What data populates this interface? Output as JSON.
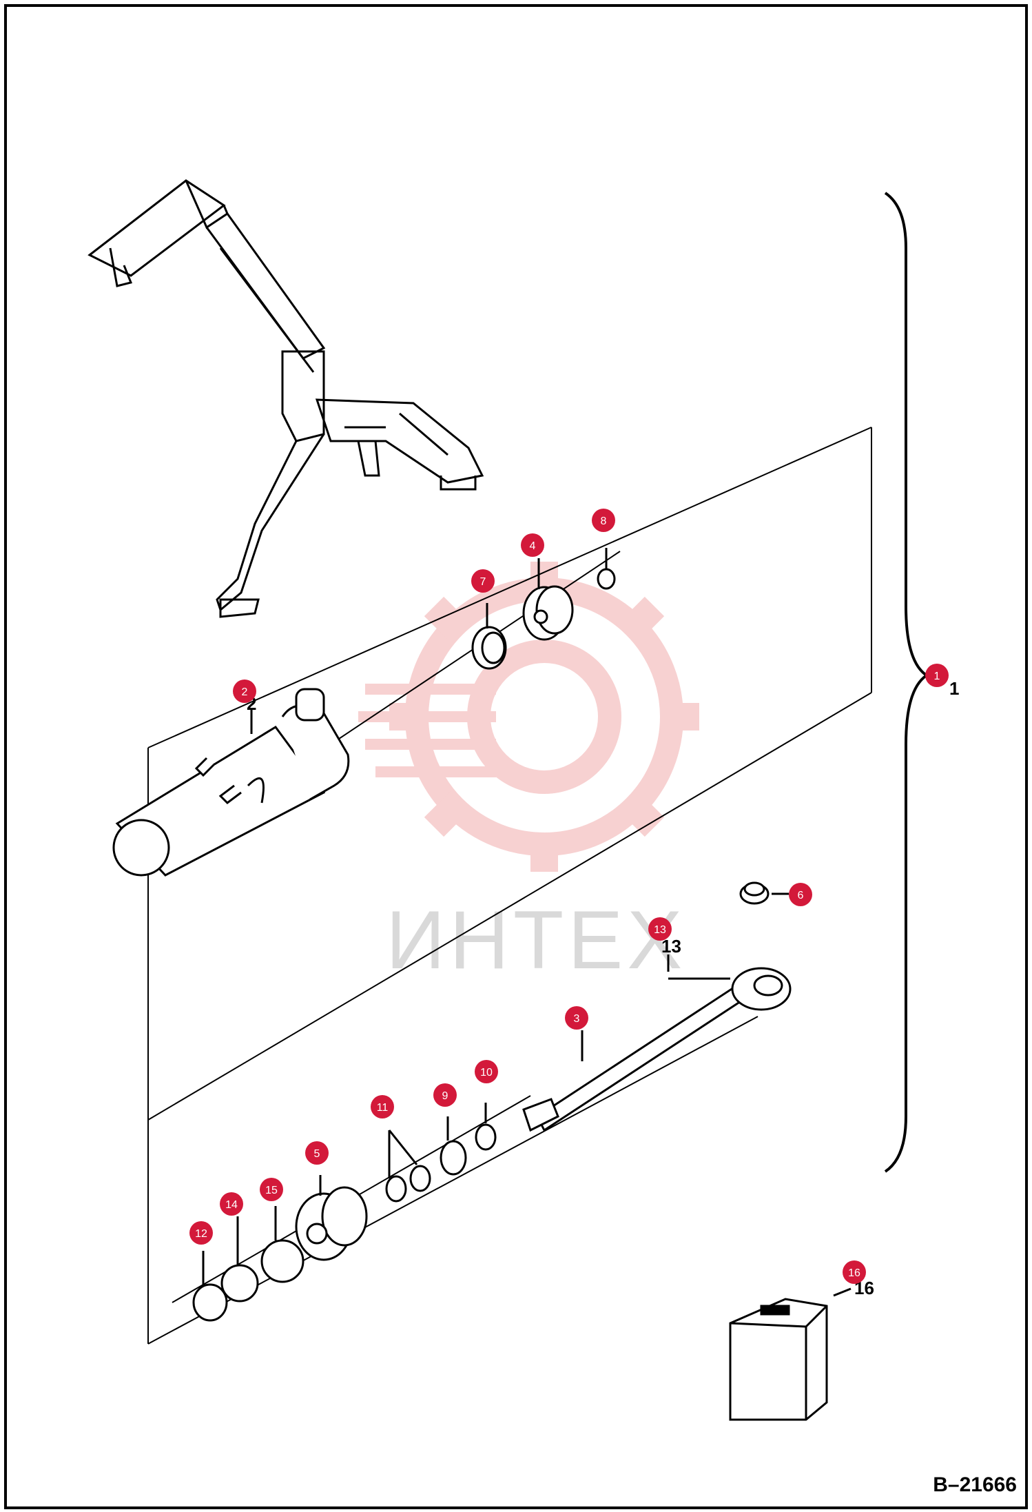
{
  "diagram": {
    "drawing_code": "B–21666",
    "watermark_text": "ИНТЕХ",
    "callout_color": "#d3193a",
    "callouts": [
      {
        "id": "callout-1",
        "label": "1"
      },
      {
        "id": "callout-2",
        "label": "2"
      },
      {
        "id": "callout-3",
        "label": "3"
      },
      {
        "id": "callout-4",
        "label": "4"
      },
      {
        "id": "callout-5",
        "label": "5"
      },
      {
        "id": "callout-6",
        "label": "6"
      },
      {
        "id": "callout-7",
        "label": "7"
      },
      {
        "id": "callout-8",
        "label": "8"
      },
      {
        "id": "callout-9",
        "label": "9"
      },
      {
        "id": "callout-10",
        "label": "10"
      },
      {
        "id": "callout-11",
        "label": "11"
      },
      {
        "id": "callout-12",
        "label": "12"
      },
      {
        "id": "callout-13",
        "label": "13"
      },
      {
        "id": "callout-14",
        "label": "14"
      },
      {
        "id": "callout-15",
        "label": "15"
      },
      {
        "id": "callout-16",
        "label": "16"
      }
    ]
  }
}
